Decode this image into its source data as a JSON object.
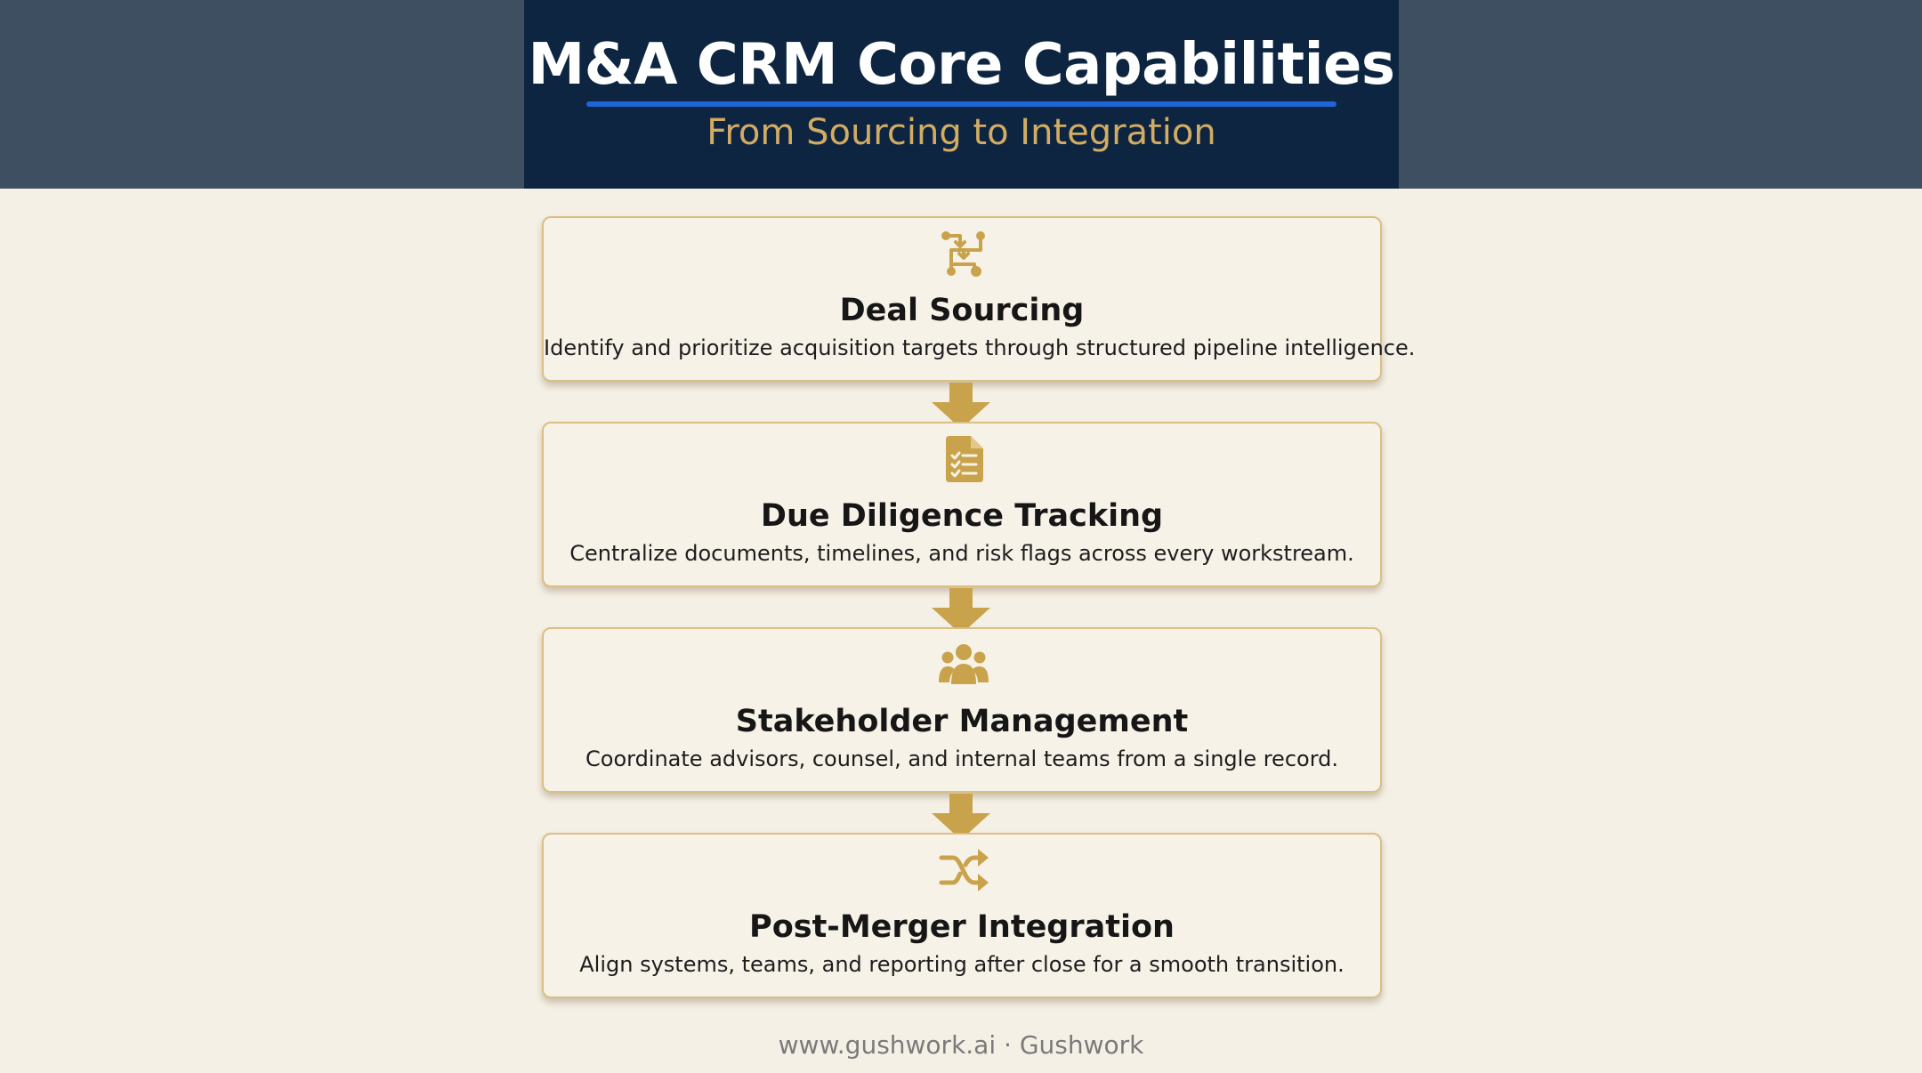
{
  "header": {
    "title": "M&A CRM Core Capabilities",
    "subtitle": "From Sourcing to Integration"
  },
  "steps": [
    {
      "icon": "branching-flow-icon",
      "title": "Deal Sourcing",
      "description": "Identify and prioritize acquisition targets through structured pipeline intelligence."
    },
    {
      "icon": "checklist-document-icon",
      "title": "Due Diligence Tracking",
      "description": "Centralize documents, timelines, and risk flags across every workstream."
    },
    {
      "icon": "people-group-icon",
      "title": "Stakeholder Management",
      "description": "Coordinate advisors, counsel, and internal teams from a single record."
    },
    {
      "icon": "shuffle-icon",
      "title": "Post-Merger Integration",
      "description": "Align systems, teams, and reporting after close for a smooth transition."
    }
  ],
  "footer": {
    "text": "www.gushwork.ai · Gushwork"
  },
  "colors": {
    "header_background": "#0d2540",
    "band_background": "#3e4f62",
    "accent_gold": "#c9a34c",
    "underline_blue": "#1e66d8",
    "page_background": "#f5f0e6"
  }
}
